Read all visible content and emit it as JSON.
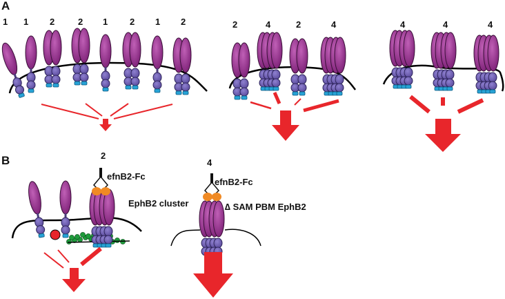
{
  "panels": {
    "a_label": "A",
    "b_label": "B"
  },
  "panel_a": {
    "group1_counts": [
      "1",
      "1",
      "2",
      "2",
      "1",
      "2",
      "1",
      "2"
    ],
    "group2_counts": [
      "2",
      "4",
      "2",
      "4"
    ],
    "group3_counts": [
      "4",
      "4",
      "4"
    ]
  },
  "panel_b": {
    "count_left": "2",
    "count_right": "4",
    "ligand_label_left": "efnB2-Fc",
    "ligand_label_right": "efnB2-Fc",
    "cluster_label": "EphB2 cluster",
    "mutant_label": "∆ SAM PBM EphB2"
  },
  "colors": {
    "receptor_head": "#8b2a86",
    "receptor_head_light": "#b04aa3",
    "receptor_body": "#6e5fae",
    "receptor_tail": "#27a3d6",
    "arrow": "#e8262b",
    "adaptor": "#1f9b3c",
    "ligand": "#f08a24",
    "membrane": "#000000"
  }
}
